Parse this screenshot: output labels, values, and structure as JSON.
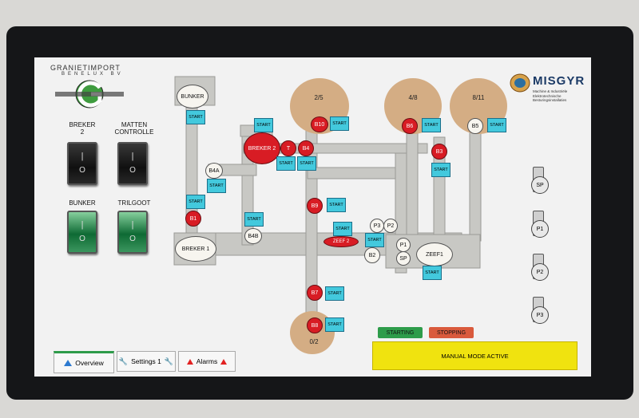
{
  "header": {
    "company_line1": "GRANIETIMPORT",
    "company_line2": "BENELUX BV",
    "partner_name": "MISGYR",
    "partner_tagline1": "Machine & Industriële",
    "partner_tagline2": "Elektrotechnische Besturingsinstallaties"
  },
  "switches": [
    {
      "label": "BREKER\n2",
      "state": "off"
    },
    {
      "label": "MATTEN\nCONTROLLE",
      "state": "off"
    },
    {
      "label": "BUNKER",
      "state": "on"
    },
    {
      "label": "TRILGOOT",
      "state": "on"
    }
  ],
  "tanks": {
    "t1": "2/5",
    "t2": "4/8",
    "t3": "8/11",
    "t4": "0/2"
  },
  "units": {
    "bunker": "BUNKER",
    "breker2": "BREKER 2",
    "breker1": "BREKER 1",
    "zeef1": "ZEEF1",
    "zeef2": "ZEEF 2",
    "b4a": "B4A",
    "b4b": "B4B",
    "b1": "B1",
    "b3": "B3",
    "b4": "B4",
    "b5": "B5",
    "b6": "B6",
    "b7": "B7",
    "b8": "B8",
    "b9": "B9",
    "b10": "B10",
    "b2": "B2",
    "t": "T",
    "p1": "P1",
    "p2": "P2",
    "p3": "P3",
    "sp": "SP"
  },
  "start_label": "START",
  "pumps": [
    "SP",
    "P1",
    "P2",
    "P3"
  ],
  "status": {
    "starting": "STARTING",
    "stopping": "STOPPING",
    "mode": "MANUAL MODE ACTIVE"
  },
  "nav": {
    "overview": "Overview",
    "settings": "Settings 1",
    "alarms": "Alarms"
  },
  "colors": {
    "running": "#d81c24",
    "idle": "#f7f5ef",
    "start_button": "#43c9dd",
    "conveyor": "#c8c8c4",
    "tank": "#d4ad84",
    "starting": "#2e9c4a",
    "stopping": "#d95a3c",
    "mode_banner": "#f0e30f"
  }
}
